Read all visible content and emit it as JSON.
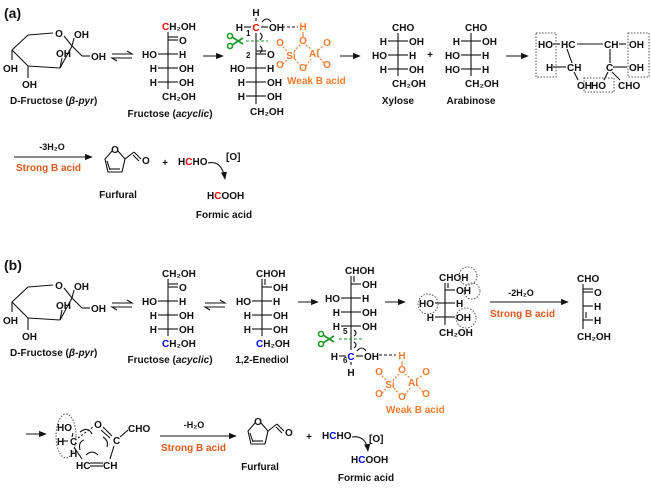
{
  "colors": {
    "highlight_red": "#ff0000",
    "highlight_blue": "#0000ff",
    "weak_acid": "#f47b30",
    "strong_acid": "#e0581a",
    "scissors": "#1a9a2a"
  },
  "panel_a": {
    "label": "(a)",
    "pyranose": {
      "ring_o": "O",
      "oh_top": "OH",
      "oh_side": "OH",
      "oh_mid": "OH",
      "oh_left": "OH",
      "oh_bottom": "OH",
      "name": "D-Fructose (",
      "name_italic": "β-pyr",
      "name_end": ")"
    },
    "fructose_acyclic": {
      "top": [
        {
          "text": "C",
          "color": "#ff0000"
        },
        {
          "text": "H₂OH"
        }
      ],
      "rows": [
        {
          "l": "",
          "r": "O",
          "double": true
        },
        {
          "l": "HO",
          "r": "H"
        },
        {
          "l": "H",
          "r": "OH"
        },
        {
          "l": "H",
          "r": "OH"
        }
      ],
      "bottom": [
        {
          "text": "CH₂OH"
        }
      ],
      "name": "Fructose (",
      "name_italic": "acyclic",
      "name_end": ")"
    },
    "cleavage_intermediate": {
      "top": [
        {
          "text": "H"
        }
      ],
      "rows": [
        {
          "l": "H",
          "c": "C",
          "c_color": "#ff0000",
          "r": "OH"
        },
        {
          "l": "",
          "r": "O",
          "double": true
        },
        {
          "l": "HO",
          "r": "H"
        },
        {
          "l": "H",
          "r": "OH"
        },
        {
          "l": "H",
          "r": "OH"
        }
      ],
      "bottom": [
        {
          "text": "CH₂OH"
        }
      ],
      "carbon_numbers": [
        "1",
        "2"
      ]
    },
    "catalyst": {
      "h": "H",
      "o": "O",
      "si": "Si",
      "al": "Al",
      "label": "Weak B acid"
    },
    "xylose": {
      "top": [
        {
          "text": "CHO"
        }
      ],
      "rows": [
        {
          "l": "H",
          "r": "OH"
        },
        {
          "l": "HO",
          "r": "H"
        },
        {
          "l": "H",
          "r": "OH"
        }
      ],
      "bottom": [
        {
          "text": "CH₂OH"
        }
      ],
      "name": "Xylose"
    },
    "plus": "+",
    "arabinose": {
      "top": [
        {
          "text": "CHO"
        }
      ],
      "rows": [
        {
          "l": "H",
          "r": "OH"
        },
        {
          "l": "HO",
          "r": "H"
        },
        {
          "l": "HO",
          "r": "H"
        }
      ],
      "bottom": [
        {
          "text": "CH₂OH"
        }
      ],
      "name": "Arabinose"
    },
    "cyclic_intermediate": {
      "ho1": "HO",
      "hc": "HC",
      "ch1": "CH",
      "oh1": "OH",
      "h": "H",
      "ch2": "CH",
      "c": "C",
      "oh2": "OH",
      "oh3": "OH",
      "ho2": "HO",
      "cho": "CHO"
    },
    "dehydration": {
      "condition": "-3H₂O",
      "catalyst": "Strong B acid"
    },
    "furfural": {
      "o": "O",
      "ald_o": "O",
      "name": "Furfural"
    },
    "formaldehyde": [
      {
        "text": "H"
      },
      {
        "text": "C",
        "color": "#ff0000"
      },
      {
        "text": "HO"
      }
    ],
    "oxidation": "[O]",
    "formic_acid": [
      {
        "text": "H"
      },
      {
        "text": "C",
        "color": "#ff0000"
      },
      {
        "text": "OOH"
      }
    ],
    "formic_name": "Formic acid"
  },
  "panel_b": {
    "label": "(b)",
    "pyranose": {
      "ring_o": "O",
      "oh_top": "OH",
      "oh_side": "OH",
      "oh_mid": "OH",
      "oh_left": "OH",
      "oh_bottom": "OH",
      "name": "D-Fructose (",
      "name_italic": "β-pyr",
      "name_end": ")"
    },
    "fructose_acyclic": {
      "top": [
        {
          "text": "CH₂OH"
        }
      ],
      "rows": [
        {
          "l": "",
          "r": "O",
          "double": true
        },
        {
          "l": "HO",
          "r": "H"
        },
        {
          "l": "H",
          "r": "OH"
        },
        {
          "l": "H",
          "r": "OH"
        }
      ],
      "bottom": [
        {
          "text": "C",
          "color": "#0000ff"
        },
        {
          "text": "H₂OH"
        }
      ],
      "name": "Fructose (",
      "name_italic": "acyclic",
      "name_end": ")"
    },
    "enediol": {
      "top": [
        {
          "text": "CHOH"
        }
      ],
      "rows": [
        {
          "l": "",
          "r": "OH",
          "vdouble": true
        },
        {
          "l": "HO",
          "r": "H"
        },
        {
          "l": "H",
          "r": "OH"
        },
        {
          "l": "H",
          "r": "OH"
        }
      ],
      "bottom": [
        {
          "text": "C",
          "color": "#0000ff"
        },
        {
          "text": "H₂OH"
        }
      ],
      "name": "1,2-Enediol"
    },
    "cleavage_intermediate": {
      "top": [
        {
          "text": "CHOH"
        }
      ],
      "rows": [
        {
          "l": "",
          "r": "OH",
          "vdouble": true
        },
        {
          "l": "HO",
          "r": "H"
        },
        {
          "l": "H",
          "r": "OH"
        },
        {
          "l": "H",
          "r": "OH"
        },
        {
          "l": "H",
          "c": "C",
          "c_color": "#0000ff",
          "r": "OH"
        }
      ],
      "bottom": [
        {
          "text": "H"
        }
      ],
      "carbon_numbers": [
        "5",
        "6"
      ]
    },
    "catalyst": {
      "h": "H",
      "o": "O",
      "si": "Si",
      "al": "Al",
      "label": "Weak B acid"
    },
    "pentose": {
      "top": [
        {
          "text": "CHOH"
        }
      ],
      "rows": [
        {
          "l": "",
          "r": "OH",
          "vdouble": true
        },
        {
          "l": "HO",
          "r": "H"
        },
        {
          "l": "H",
          "r": "OH"
        }
      ],
      "bottom": [
        {
          "text": "CH₂OH"
        }
      ]
    },
    "dehydration1": {
      "condition": "-2H₂O",
      "catalyst": "Strong B acid"
    },
    "dicarbonyl": {
      "top": [
        {
          "text": "CHO"
        }
      ],
      "rows": [
        {
          "l": "",
          "r": "O",
          "double": true
        },
        {
          "l": "",
          "r": "H"
        },
        {
          "l": "",
          "r": "H",
          "vdouble": true
        }
      ],
      "bottom": [
        {
          "text": "CH₂OH"
        }
      ]
    },
    "ring_intermediate": {
      "ho": "HO",
      "h1": "H",
      "c1": "C",
      "h2": "H",
      "o": "O",
      "c2": "C",
      "cho": "CHO",
      "hc": "HC",
      "ch": "CH"
    },
    "dehydration2": {
      "condition": "-H₂O",
      "catalyst": "Strong B acid"
    },
    "furfural": {
      "o": "O",
      "ald_o": "O",
      "name": "Furfural"
    },
    "plus": "+",
    "formaldehyde": [
      {
        "text": "H"
      },
      {
        "text": "C",
        "color": "#0000ff"
      },
      {
        "text": "HO"
      }
    ],
    "oxidation": "[O]",
    "formic_acid": [
      {
        "text": "H"
      },
      {
        "text": "C",
        "color": "#0000ff"
      },
      {
        "text": "OOH"
      }
    ],
    "formic_name": "Formic acid"
  }
}
